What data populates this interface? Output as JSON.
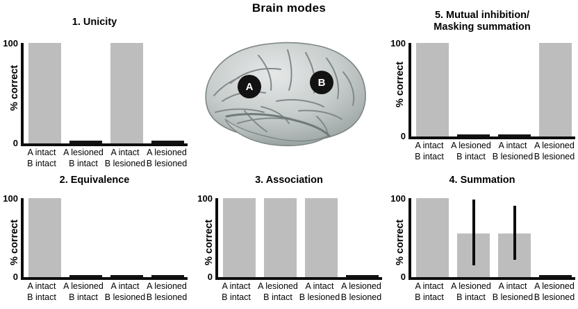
{
  "figure": {
    "title": "Brain modes",
    "bar_color": "#bdbdbd",
    "axis_color": "#0d0d0d",
    "zero_bar_color": "#141414"
  },
  "brain": {
    "alt": "lateral view of human brain",
    "marker_a": "A",
    "marker_b": "B"
  },
  "axis": {
    "ylabel": "% correct",
    "tick_top": "100",
    "tick_bottom": "0",
    "categories": [
      "A intact\nB intact",
      "A lesioned\nB intact",
      "A intact\nB lesioned",
      "A lesioned\nB lesioned"
    ]
  },
  "chart_data": [
    {
      "type": "bar",
      "panel": 1,
      "title": "1. Unicity",
      "categories": [
        "A intact\nB intact",
        "A lesioned\nB intact",
        "A intact\nB lesioned",
        "A lesioned\nB lesioned"
      ],
      "values": [
        100,
        2,
        100,
        2
      ],
      "errors": [
        null,
        null,
        null,
        null
      ],
      "xlabel": "",
      "ylabel": "% correct",
      "ylim": [
        0,
        100
      ],
      "yticks": [
        0,
        100
      ],
      "grid": false,
      "legend": "none"
    },
    {
      "type": "bar",
      "panel": 2,
      "title": "2. Equivalence",
      "categories": [
        "A intact\nB intact",
        "A lesioned\nB intact",
        "A intact\nB lesioned",
        "A lesioned\nB lesioned"
      ],
      "values": [
        100,
        2,
        2,
        2
      ],
      "errors": [
        null,
        null,
        null,
        null
      ],
      "xlabel": "",
      "ylabel": "% correct",
      "ylim": [
        0,
        100
      ],
      "yticks": [
        0,
        100
      ],
      "grid": false,
      "legend": "none"
    },
    {
      "type": "bar",
      "panel": 3,
      "title": "3. Association",
      "categories": [
        "A intact\nB intact",
        "A lesioned\nB intact",
        "A intact\nB lesioned",
        "A lesioned\nB lesioned"
      ],
      "values": [
        100,
        100,
        100,
        2
      ],
      "errors": [
        null,
        null,
        null,
        null
      ],
      "xlabel": "",
      "ylabel": "% correct",
      "ylim": [
        0,
        100
      ],
      "yticks": [
        0,
        100
      ],
      "grid": false,
      "legend": "none"
    },
    {
      "type": "bar",
      "panel": 4,
      "title": "4. Summation",
      "categories": [
        "A intact\nB intact",
        "A lesioned\nB intact",
        "A intact\nB lesioned",
        "A lesioned\nB lesioned"
      ],
      "values": [
        100,
        55,
        55,
        2
      ],
      "errors": [
        null,
        {
          "low": 15,
          "high": 98
        },
        {
          "low": 22,
          "high": 90
        },
        null
      ],
      "xlabel": "",
      "ylabel": "% correct",
      "ylim": [
        0,
        100
      ],
      "yticks": [
        0,
        100
      ],
      "grid": false,
      "legend": "none"
    },
    {
      "type": "bar",
      "panel": 5,
      "title": "5. Mutual inhibition/\nMasking summation",
      "categories": [
        "A intact\nB intact",
        "A lesioned\nB intact",
        "A intact\nB lesioned",
        "A lesioned\nB lesioned"
      ],
      "values": [
        100,
        2,
        2,
        100
      ],
      "errors": [
        null,
        null,
        null,
        null
      ],
      "xlabel": "",
      "ylabel": "% correct",
      "ylim": [
        0,
        100
      ],
      "yticks": [
        0,
        100
      ],
      "grid": false,
      "legend": "none"
    }
  ]
}
